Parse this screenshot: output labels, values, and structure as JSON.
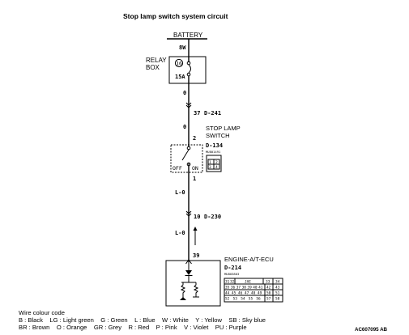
{
  "title": "Stop lamp switch system circuit",
  "battery": {
    "label": "BATTERY",
    "wire": "8W"
  },
  "relay_box": {
    "label1": "RELAY",
    "label2": "BOX",
    "fuse_no": "16",
    "fuse_rating": "15A"
  },
  "wires": {
    "w1": "0",
    "w2": "0",
    "w3": "L-0",
    "w4": "L-0"
  },
  "connectors": {
    "c37": "37",
    "c37_id": "D-241",
    "c10": "10",
    "c10_id": "D-230"
  },
  "switch": {
    "label1": "STOP LAMP",
    "label2": "SWITCH",
    "connector": "D-134",
    "part": "MU801491",
    "pin_in": "2",
    "pin_out": "1",
    "off": "OFF",
    "on": "ON",
    "pins": [
      [
        "1",
        "2"
      ],
      [
        "3",
        "4"
      ]
    ]
  },
  "ecu": {
    "label": "ENGINE-A/T-ECU",
    "connector": "D-214",
    "part": "MU803803",
    "pin": "39",
    "grid": [
      [
        "31",
        "32",
        "JAE",
        "33",
        "34"
      ],
      [
        "35",
        "36",
        "37",
        "38",
        "39",
        "40",
        "41",
        "42",
        "43"
      ],
      [
        "44",
        "45",
        "46",
        "47",
        "48",
        "49",
        "50",
        "51"
      ],
      [
        "52",
        "53",
        "54",
        "55",
        "56",
        "57",
        "58"
      ]
    ]
  },
  "legend": {
    "title": "Wire colour code",
    "line1": "B : Black    LG : Light green    G : Green    L : Blue    W : White    Y : Yellow    SB : Sky blue",
    "line2": "BR : Brown    O : Orange    GR : Grey    R : Red    P : Pink    V : Violet    PU : Purple"
  },
  "code": "AC607095 AB"
}
